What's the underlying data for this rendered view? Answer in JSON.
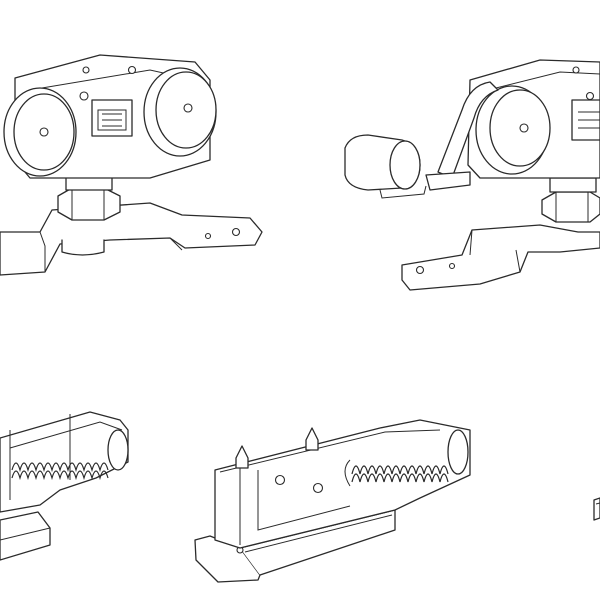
{
  "figure": {
    "background": "#ffffff",
    "line_color": "#2b2b2b",
    "parts": [
      {
        "id": "trolley-plain",
        "description_icon": "roller-trolley-icon"
      },
      {
        "id": "trolley-with-stopper",
        "description_icon": "roller-trolley-with-buffer-icon"
      },
      {
        "id": "spring-clamp-left",
        "description_icon": "spring-clamp-icon"
      },
      {
        "id": "spring-clamp-center",
        "description_icon": "spring-clamp-icon"
      },
      {
        "id": "fragment-right-edge",
        "description_icon": "partial-part-icon"
      }
    ]
  }
}
